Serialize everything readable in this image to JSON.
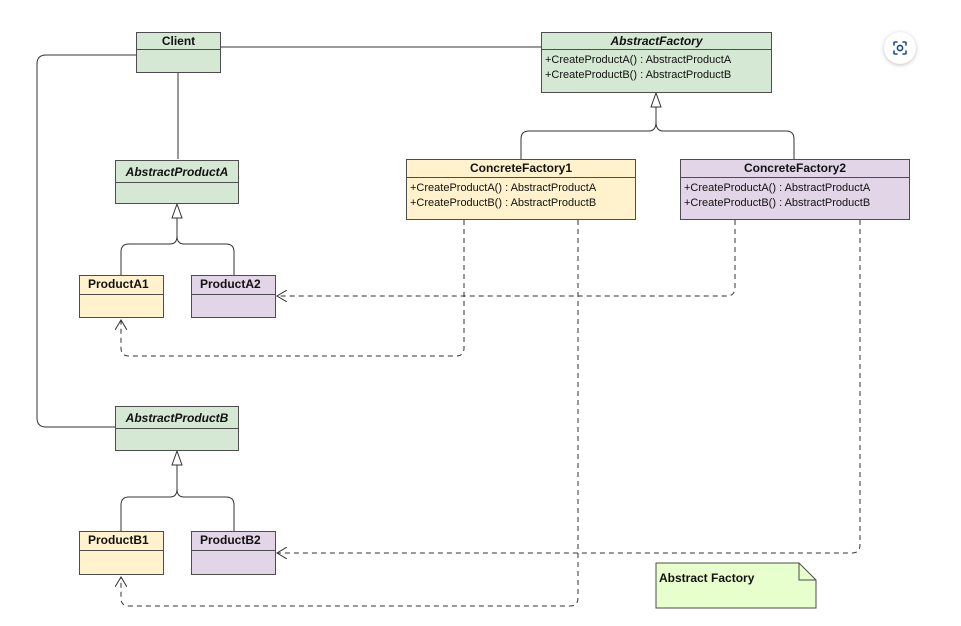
{
  "diagram": {
    "client": {
      "name": "Client"
    },
    "abstract_factory": {
      "name": "AbstractFactory",
      "ops": [
        "+CreateProductA() : AbstractProductA",
        "+CreateProductB() : AbstractProductB"
      ]
    },
    "concrete_factory1": {
      "name": "ConcreteFactory1",
      "ops": [
        "+CreateProductA() : AbstractProductA",
        "+CreateProductB() : AbstractProductB"
      ]
    },
    "concrete_factory2": {
      "name": "ConcreteFactory2",
      "ops": [
        "+CreateProductA() : AbstractProductA",
        "+CreateProductB() : AbstractProductB"
      ]
    },
    "abstract_product_a": {
      "name": "AbstractProductA"
    },
    "abstract_product_b": {
      "name": "AbstractProductB"
    },
    "product_a1": {
      "name": "ProductA1"
    },
    "product_a2": {
      "name": "ProductA2"
    },
    "product_b1": {
      "name": "ProductB1"
    },
    "product_b2": {
      "name": "ProductB2"
    },
    "note": {
      "text": "Abstract Factory"
    }
  },
  "colors": {
    "abstract": "#d5e8d4",
    "factory1_family": "#fff2cc",
    "factory2_family": "#e1d5e7",
    "note": "#e6ffcc",
    "line": "#333333"
  },
  "icons": {
    "screenshot_button": "scan-icon"
  }
}
